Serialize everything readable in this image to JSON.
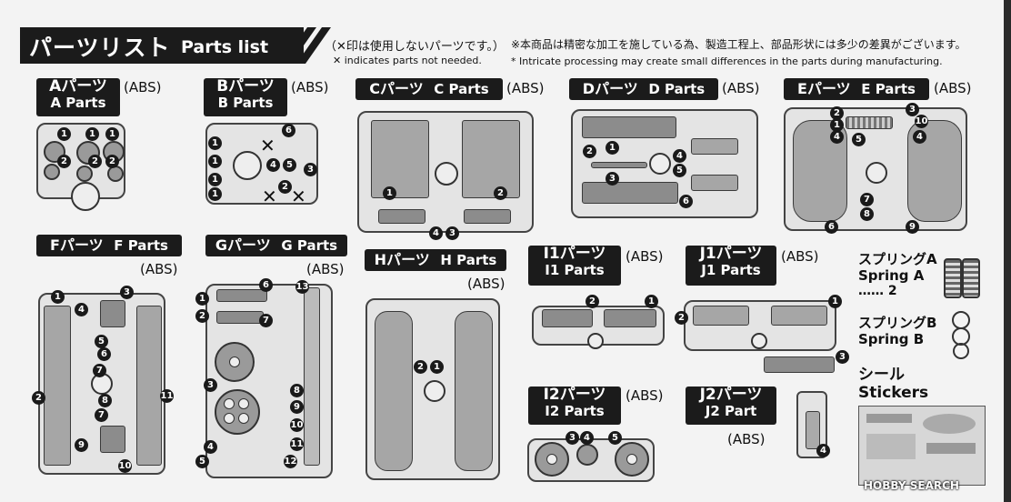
{
  "header": {
    "title_jp": "パーツリスト",
    "title_en": "Parts list",
    "note_x_jp": "（✕印は使用しないパーツです。）",
    "note_x_en": "✕ indicates parts not needed.",
    "note_proc_jp": "※本商品は精密な加工を施している為、製造工程上、部品形状には多少の差異がございます。",
    "note_proc_en": "* Intricate processing may create small differences in the parts during manufacturing."
  },
  "runners": {
    "A": {
      "jp": "Aパーツ",
      "en": "A Parts",
      "material": "(ABS)"
    },
    "B": {
      "jp": "Bパーツ",
      "en": "B Parts",
      "material": "(ABS)"
    },
    "C": {
      "jp": "Cパーツ",
      "en": "C Parts",
      "material": "(ABS)"
    },
    "D": {
      "jp": "Dパーツ",
      "en": "D Parts",
      "material": "(ABS)"
    },
    "E": {
      "jp": "Eパーツ",
      "en": "E Parts",
      "material": "(ABS)"
    },
    "F": {
      "jp": "Fパーツ",
      "en": "F Parts",
      "material": "(ABS)"
    },
    "G": {
      "jp": "Gパーツ",
      "en": "G Parts",
      "material": "(ABS)"
    },
    "H": {
      "jp": "Hパーツ",
      "en": "H Parts",
      "material": "(ABS)"
    },
    "I1": {
      "jp": "I1パーツ",
      "en": "I1 Parts",
      "material": "(ABS)"
    },
    "J1": {
      "jp": "J1パーツ",
      "en": "J1 Parts",
      "material": "(ABS)"
    },
    "I2": {
      "jp": "I2パーツ",
      "en": "I2 Parts",
      "material": "(ABS)"
    },
    "J2": {
      "jp": "J2パーツ",
      "en": "J2 Part",
      "material": "(ABS)"
    }
  },
  "extras": {
    "springA_jp": "スプリングA",
    "springA_en": "Spring A",
    "springA_count": "…… 2",
    "springB_jp": "スプリングB",
    "springB_en": "Spring B",
    "stickers_jp": "シール",
    "stickers_en": "Stickers"
  },
  "numbers": [
    "1",
    "2",
    "3",
    "4",
    "5",
    "6",
    "7",
    "8",
    "9",
    "10",
    "11",
    "12",
    "13"
  ],
  "watermark": "HOBBY SEARCH"
}
